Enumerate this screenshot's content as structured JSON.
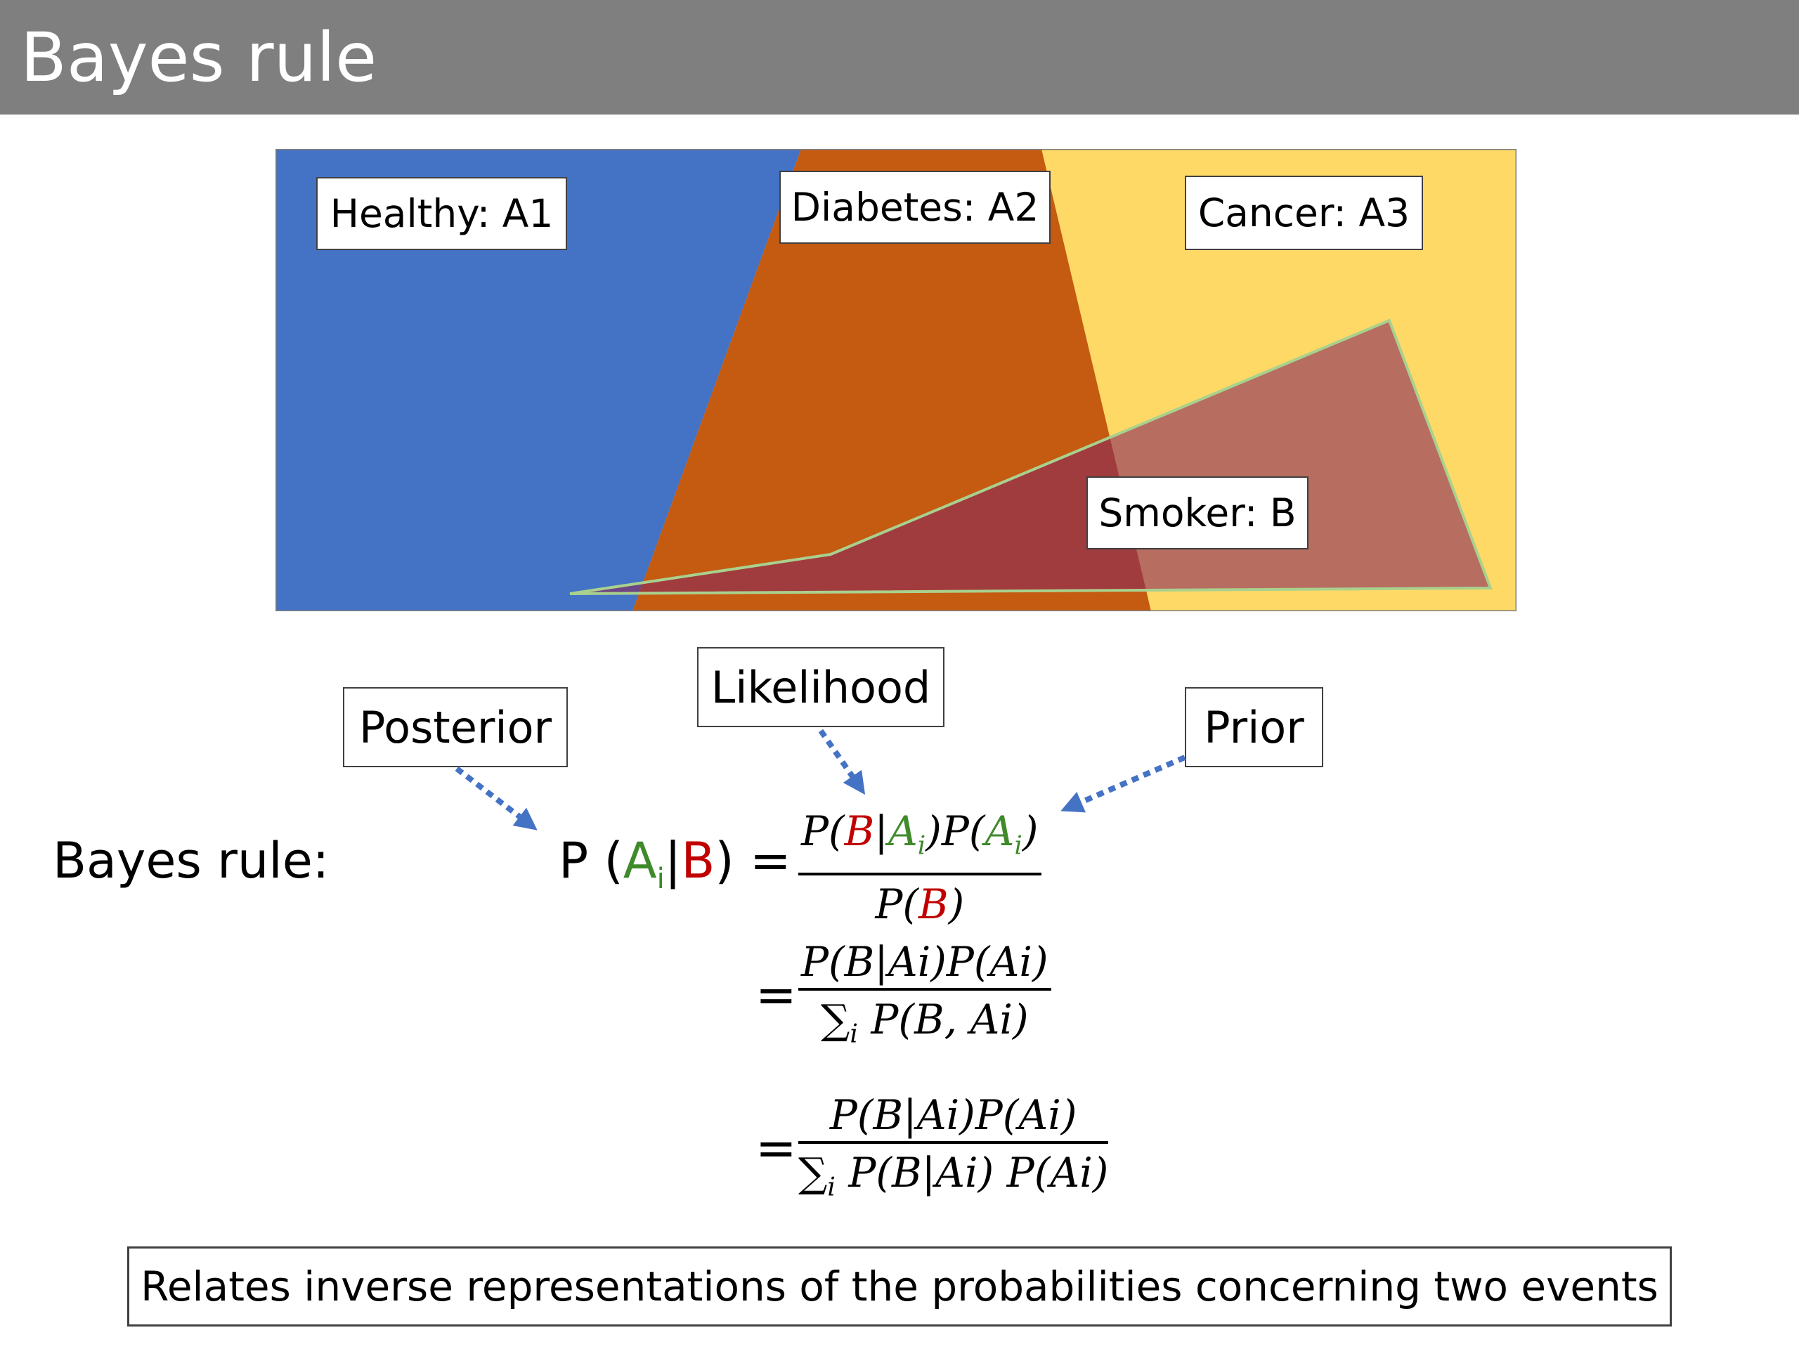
{
  "title": "Bayes rule",
  "venn": {
    "healthy_label": "Healthy: A1",
    "diabetes_label": "Diabetes: A2",
    "cancer_label": "Cancer: A3",
    "smoker_label": "Smoker: B",
    "colors": {
      "healthy": "#4472c4",
      "diabetes": "#c55a11",
      "cancer": "#ffd966",
      "smoker": "#8b2a5a",
      "smoker_outline": "#a9d18e"
    }
  },
  "annotations": {
    "posterior": "Posterior",
    "likelihood": "Likelihood",
    "prior": "Prior",
    "arrow_color": "#4472c4"
  },
  "formula": {
    "label": "Bayes rule:",
    "lhs_p": "P (",
    "lhs_a": "A",
    "lhs_i": "i",
    "lhs_bar": "|",
    "lhs_b": "B",
    "lhs_close": ") =",
    "f1_num_p1": "P(",
    "f1_num_b": "B",
    "f1_num_bar": "|",
    "f1_num_a": "A",
    "f1_num_i": "i",
    "f1_num_p2": ")P(",
    "f1_num_a2": "A",
    "f1_num_i2": "i",
    "f1_num_close": ")",
    "f1_den_p": "P(",
    "f1_den_b": "B",
    "f1_den_close": ")",
    "eq2": "=",
    "f2_num": "P(B|Ai)P(Ai)",
    "f2_den_sigma": "∑",
    "f2_den_i": "i",
    "f2_den_rest": " P(B, Ai)",
    "eq3": "=",
    "f3_num": "P(B|Ai)P(Ai)",
    "f3_den_sigma": "∑",
    "f3_den_i": "i",
    "f3_den_rest": " P(B|Ai) P(Ai)"
  },
  "footer": "Relates inverse representations of the probabilities concerning two events"
}
